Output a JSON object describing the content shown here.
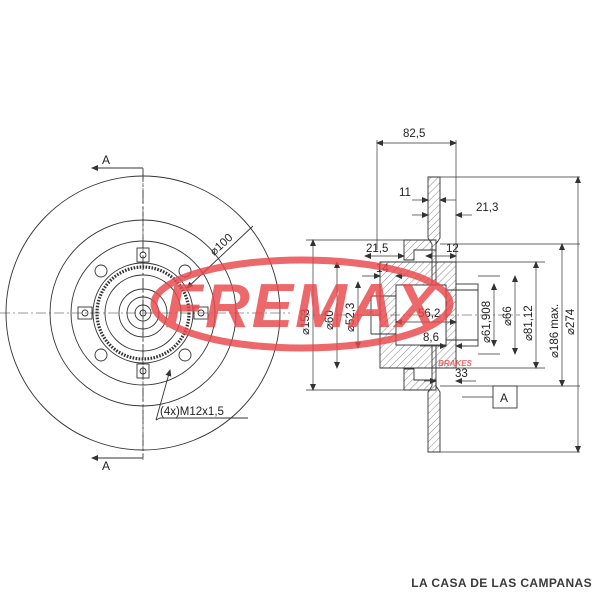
{
  "section_label": "A",
  "datum_label": "A",
  "front_view": {
    "pcd_label": "⌀100",
    "bolt_label": "(4x)M12x1,5"
  },
  "side_view": {
    "dims": {
      "overall_width": "82,5",
      "disc_thickness": "11",
      "offset_21_3": "21,3",
      "offset_21_5": "21,5",
      "hat_12": "12",
      "hub_14": "14",
      "bore_56_2": "56,2",
      "bore_8_6": "8,6",
      "flange_33": "33",
      "dia_153": "⌀153",
      "dia_60": "⌀60",
      "dia_52_3": "⌀52,3",
      "dia_61_908": "⌀61,908",
      "dia_66": "⌀66",
      "dia_81_12": "⌀81,12",
      "dia_186": "⌀186 max.",
      "dia_274": "⌀274"
    }
  },
  "watermark": {
    "brand": "FREMAX",
    "sub": "BRAKES",
    "color": "#e8474a"
  },
  "footer_text": "LA CASA DE LAS CAMPANAS"
}
